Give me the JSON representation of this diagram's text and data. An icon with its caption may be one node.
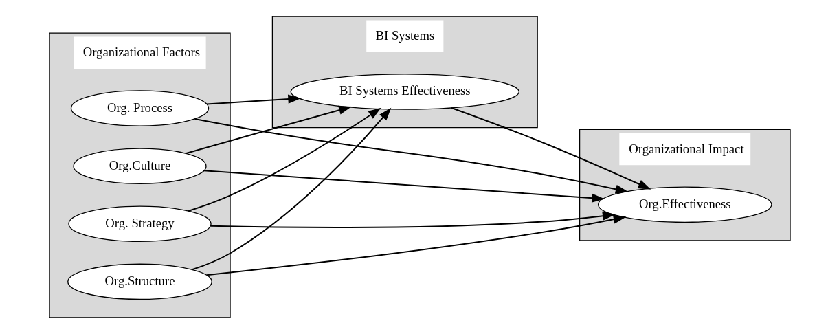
{
  "diagram": {
    "nodes": [
      {
        "text": [
          "Organizational Factors"
        ]
      },
      {
        "text": [
          "Org. Strategy"
        ],
        "in": 0
      },
      {
        "text": [
          "Org.Structure"
        ],
        "in": 0
      },
      {
        "text": [
          "Org. Process"
        ],
        "in": 0
      },
      {
        "text": [
          "Org.Culture"
        ],
        "in": 0
      },
      {
        "text": [
          "BI Systems"
        ]
      },
      {
        "text": [
          "BI Systems Effectiveness"
        ],
        "in": 5
      },
      {
        "text": [
          "Organizational Impact"
        ]
      },
      {
        "text": [
          "Org.Effectiveness"
        ],
        "in": 7
      }
    ],
    "edges": [
      {
        "from": 1,
        "to": 6,
        "arrow": "to"
      },
      {
        "from": 1,
        "to": 8,
        "arrow": "to"
      },
      {
        "from": 2,
        "to": 8,
        "arrow": "to"
      },
      {
        "from": 2,
        "to": 6,
        "arrow": "to"
      },
      {
        "from": 3,
        "to": 6,
        "arrow": "to"
      },
      {
        "from": 3,
        "to": 8,
        "arrow": "to"
      },
      {
        "from": 4,
        "to": 6,
        "arrow": "to"
      },
      {
        "from": 4,
        "to": 8,
        "arrow": "to"
      },
      {
        "from": 6,
        "to": 8,
        "arrow": "to"
      }
    ]
  }
}
